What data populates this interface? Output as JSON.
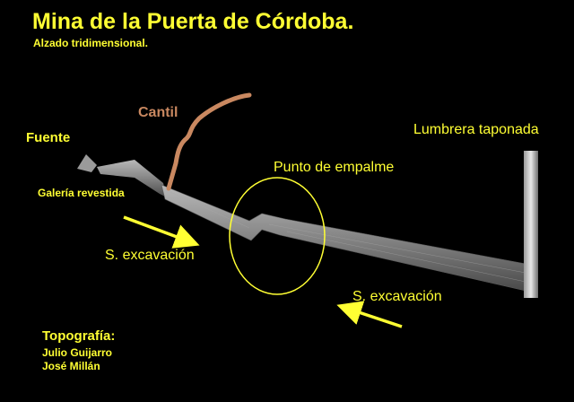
{
  "header": {
    "title": "Mina de la Puerta de Córdoba.",
    "subtitle": "Alzado tridimensional."
  },
  "labels": {
    "cantil": "Cantil",
    "fuente": "Fuente",
    "galeria": "Galería revestida",
    "lumbrera": "Lumbrera taponada",
    "empalme": "Punto de empalme",
    "excavacion_1": "S. excavación",
    "excavacion_2": "S. excavación"
  },
  "credits": {
    "heading": "Topografía:",
    "authors": [
      "Julio Guijarro",
      "José Millán"
    ]
  },
  "colors": {
    "background": "#000000",
    "text": "#ffff33",
    "cantil": "#c98860",
    "tunnel": "#8c8c8c",
    "ellipse": "#ffff33"
  }
}
